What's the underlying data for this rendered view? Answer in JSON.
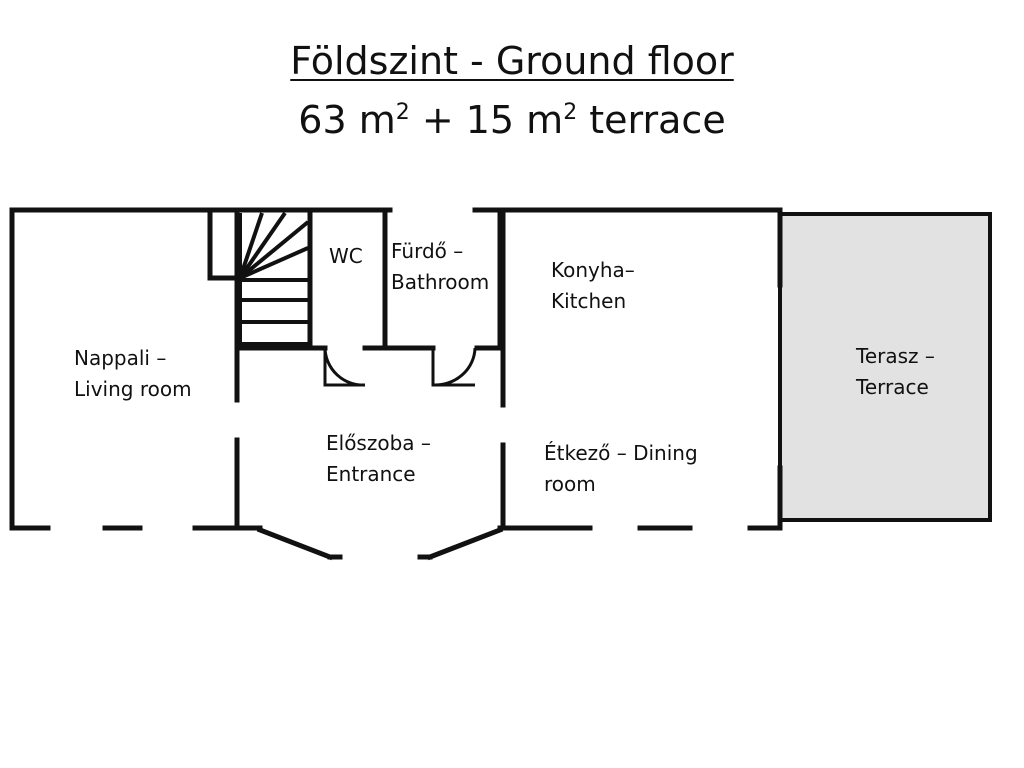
{
  "title": {
    "line1": "Földszint - Ground floor",
    "line2_part1": "63 m",
    "line2_sup1": "2",
    "line2_part2": " + 15 m",
    "line2_sup2": "2",
    "line2_part3": " terrace"
  },
  "rooms": {
    "living": {
      "line1": "Nappali –",
      "line2": "Living room"
    },
    "wc": {
      "line1": "WC"
    },
    "bathroom": {
      "line1": "Fürdő –",
      "line2": "Bathroom"
    },
    "kitchen": {
      "line1": "Konyha–",
      "line2": "Kitchen"
    },
    "terrace": {
      "line1": "Terasz –",
      "line2": "Terrace"
    },
    "entrance": {
      "line1": "Előszoba –",
      "line2": "Entrance"
    },
    "dining": {
      "line1": "Étkező – Dining",
      "line2": "room"
    }
  },
  "colors": {
    "wall": "#111111",
    "terrace_fill": "#e2e2e2",
    "background": "#ffffff"
  }
}
